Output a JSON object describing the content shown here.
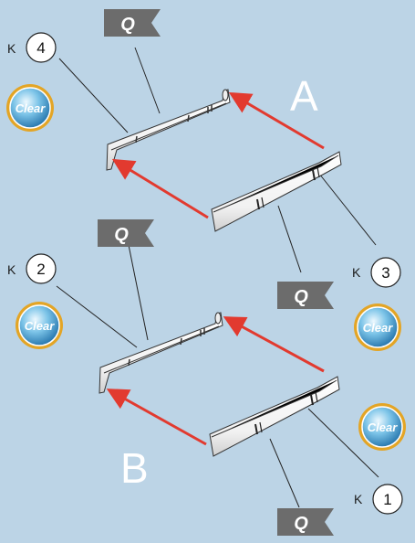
{
  "colors": {
    "background": "#bcd4e6",
    "arrow": "#e23a2f",
    "flag": "#6c6c6c",
    "badge_ring": "#e3a526",
    "badge_fill": "#3aa0d0"
  },
  "icons": {
    "flag": "flag-icon",
    "clear_badge": "clear-badge-icon",
    "arrow": "arrow-icon"
  },
  "steps": [
    {
      "prefix": "K",
      "number": "4"
    },
    {
      "prefix": "K",
      "number": "3"
    },
    {
      "prefix": "K",
      "number": "2"
    },
    {
      "prefix": "K",
      "number": "1"
    }
  ],
  "sections": [
    "A",
    "B"
  ],
  "flag_label": "Q",
  "clear_label": "Clear"
}
